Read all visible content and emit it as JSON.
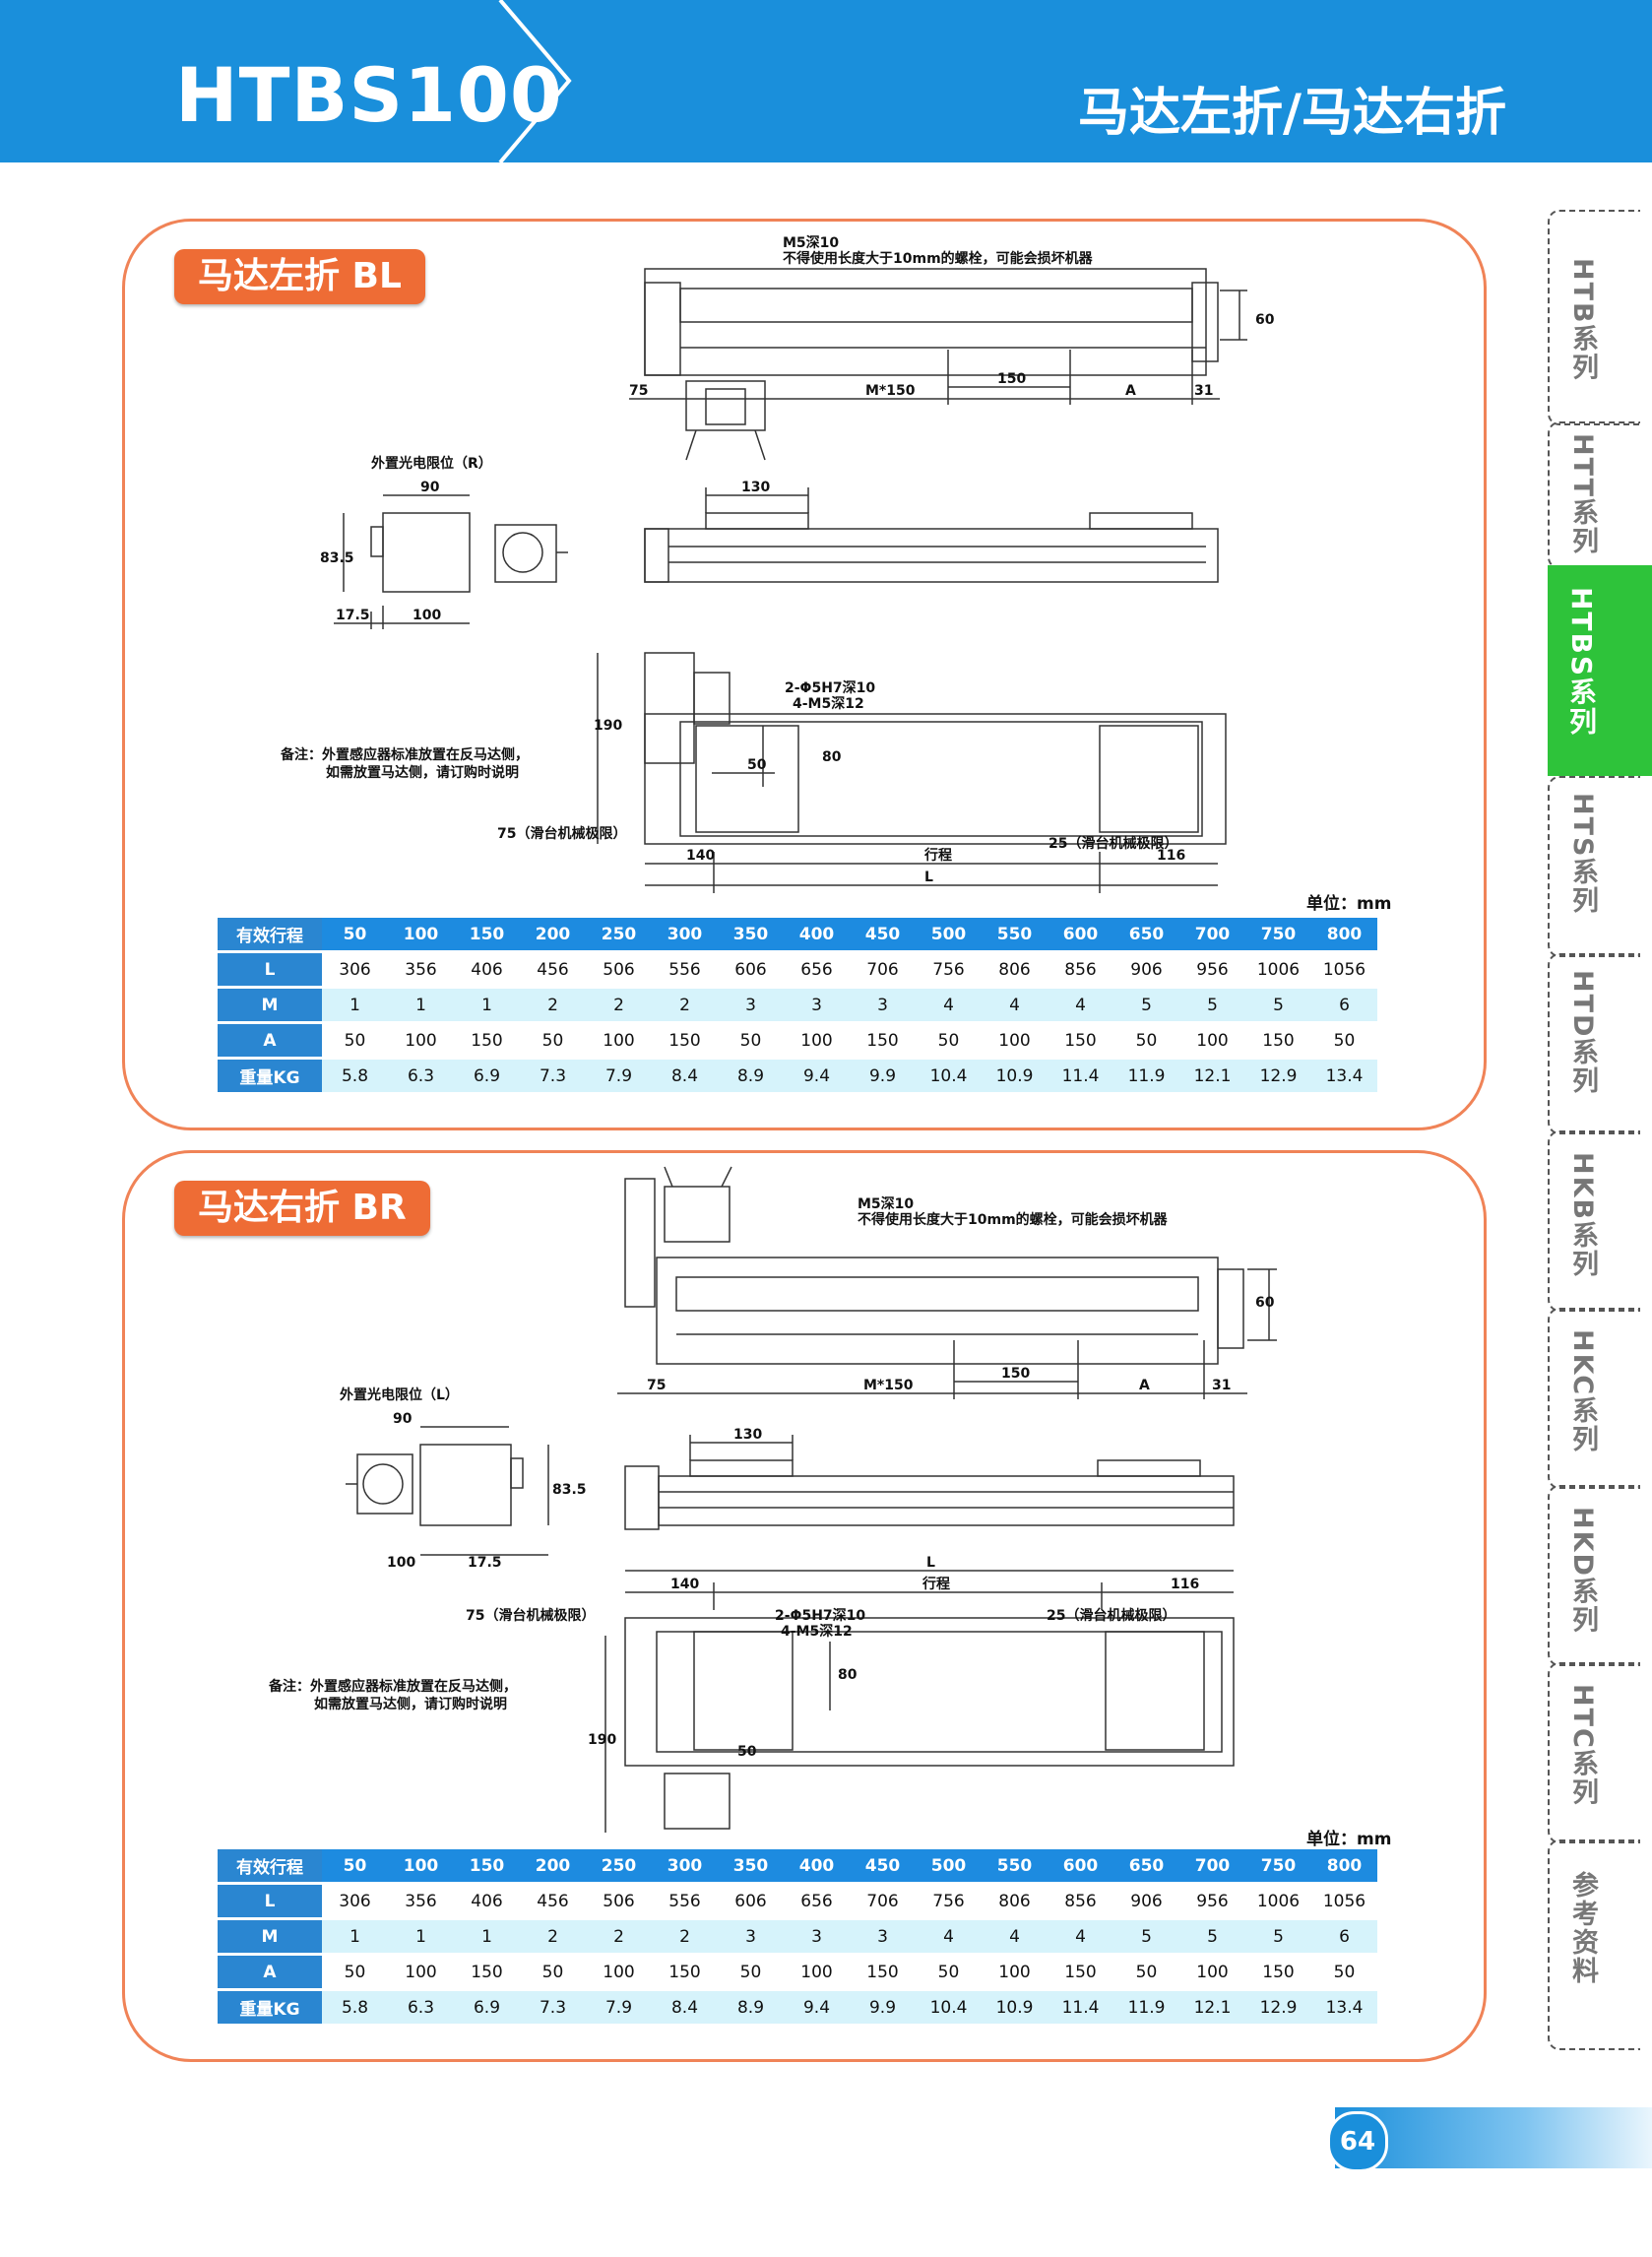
{
  "header": {
    "model": "HTBS100",
    "title": "马达左折/马达右折"
  },
  "sidebar": {
    "items": [
      {
        "label": "HTB系列"
      },
      {
        "label": "HTT系列"
      },
      {
        "label": "HTBS系列",
        "active": true
      },
      {
        "label": "HTS系列"
      },
      {
        "label": "HTD系列"
      },
      {
        "label": "HKB系列"
      },
      {
        "label": "HKC系列"
      },
      {
        "label": "HKD系列"
      },
      {
        "label": "HTC系列"
      },
      {
        "label": "参考资料"
      }
    ]
  },
  "colors": {
    "brand_blue": "#1a8fdb",
    "accent_orange": "#ee6c35",
    "active_green": "#2ec33a",
    "row_cyan": "#d6f3fb"
  },
  "sections": [
    {
      "tag": "马达左折 BL",
      "drawing": {
        "screw_note_1": "M5深10",
        "screw_note_2": "不得使用长度大于10mm的螺栓，可能会损坏机器",
        "sensor_label": "外置光电限位（R）",
        "dim_60": "60",
        "dim_75": "75",
        "dim_m150": "M*150",
        "dim_150": "150",
        "dim_a": "A",
        "dim_31": "31",
        "dim_90": "90",
        "dim_835": "83.5",
        "dim_175": "17.5",
        "dim_100": "100",
        "dim_130": "130",
        "pin_note": "2-Φ5H7深10",
        "bolt_note": "4-M5深12",
        "dim_190": "190",
        "dim_50": "50",
        "dim_80": "80",
        "remark_1": "备注：外置感应器标准放置在反马达侧，",
        "remark_2": "如需放置马达侧，请订购时说明",
        "limit_75": "75（滑台机械极限）",
        "limit_25": "25（滑台机械极限）",
        "dim_140": "140",
        "dim_116": "116",
        "stroke": "行程",
        "dim_l": "L"
      },
      "unit": "单位：mm",
      "table": {
        "headers": [
          "有效行程",
          "50",
          "100",
          "150",
          "200",
          "250",
          "300",
          "350",
          "400",
          "450",
          "500",
          "550",
          "600",
          "650",
          "700",
          "750",
          "800"
        ],
        "rows": [
          [
            "L",
            "306",
            "356",
            "406",
            "456",
            "506",
            "556",
            "606",
            "656",
            "706",
            "756",
            "806",
            "856",
            "906",
            "956",
            "1006",
            "1056"
          ],
          [
            "M",
            "1",
            "1",
            "1",
            "2",
            "2",
            "2",
            "3",
            "3",
            "3",
            "4",
            "4",
            "4",
            "5",
            "5",
            "5",
            "6"
          ],
          [
            "A",
            "50",
            "100",
            "150",
            "50",
            "100",
            "150",
            "50",
            "100",
            "150",
            "50",
            "100",
            "150",
            "50",
            "100",
            "150",
            "50"
          ],
          [
            "重量KG",
            "5.8",
            "6.3",
            "6.9",
            "7.3",
            "7.9",
            "8.4",
            "8.9",
            "9.4",
            "9.9",
            "10.4",
            "10.9",
            "11.4",
            "11.9",
            "12.1",
            "12.9",
            "13.4"
          ]
        ]
      }
    },
    {
      "tag": "马达右折 BR",
      "drawing": {
        "screw_note_1": "M5深10",
        "screw_note_2": "不得使用长度大于10mm的螺栓，可能会损坏机器",
        "sensor_label": "外置光电限位（L）",
        "dim_60": "60",
        "dim_75": "75",
        "dim_m150": "M*150",
        "dim_150": "150",
        "dim_a": "A",
        "dim_31": "31",
        "dim_90": "90",
        "dim_835": "83.5",
        "dim_175": "17.5",
        "dim_100": "100",
        "dim_130": "130",
        "pin_note": "2-Φ5H7深10",
        "bolt_note": "4-M5深12",
        "dim_190": "190",
        "dim_50": "50",
        "dim_80": "80",
        "remark_1": "备注：外置感应器标准放置在反马达侧，",
        "remark_2": "如需放置马达侧，请订购时说明",
        "limit_75": "75（滑台机械极限）",
        "limit_25": "25（滑台机械极限）",
        "dim_140": "140",
        "dim_116": "116",
        "stroke": "行程",
        "dim_l": "L"
      },
      "unit": "单位：mm",
      "table": {
        "headers": [
          "有效行程",
          "50",
          "100",
          "150",
          "200",
          "250",
          "300",
          "350",
          "400",
          "450",
          "500",
          "550",
          "600",
          "650",
          "700",
          "750",
          "800"
        ],
        "rows": [
          [
            "L",
            "306",
            "356",
            "406",
            "456",
            "506",
            "556",
            "606",
            "656",
            "706",
            "756",
            "806",
            "856",
            "906",
            "956",
            "1006",
            "1056"
          ],
          [
            "M",
            "1",
            "1",
            "1",
            "2",
            "2",
            "2",
            "3",
            "3",
            "3",
            "4",
            "4",
            "4",
            "5",
            "5",
            "5",
            "6"
          ],
          [
            "A",
            "50",
            "100",
            "150",
            "50",
            "100",
            "150",
            "50",
            "100",
            "150",
            "50",
            "100",
            "150",
            "50",
            "100",
            "150",
            "50"
          ],
          [
            "重量KG",
            "5.8",
            "6.3",
            "6.9",
            "7.3",
            "7.9",
            "8.4",
            "8.9",
            "9.4",
            "9.9",
            "10.4",
            "10.9",
            "11.4",
            "11.9",
            "12.1",
            "12.9",
            "13.4"
          ]
        ]
      }
    }
  ],
  "page_number": "64"
}
